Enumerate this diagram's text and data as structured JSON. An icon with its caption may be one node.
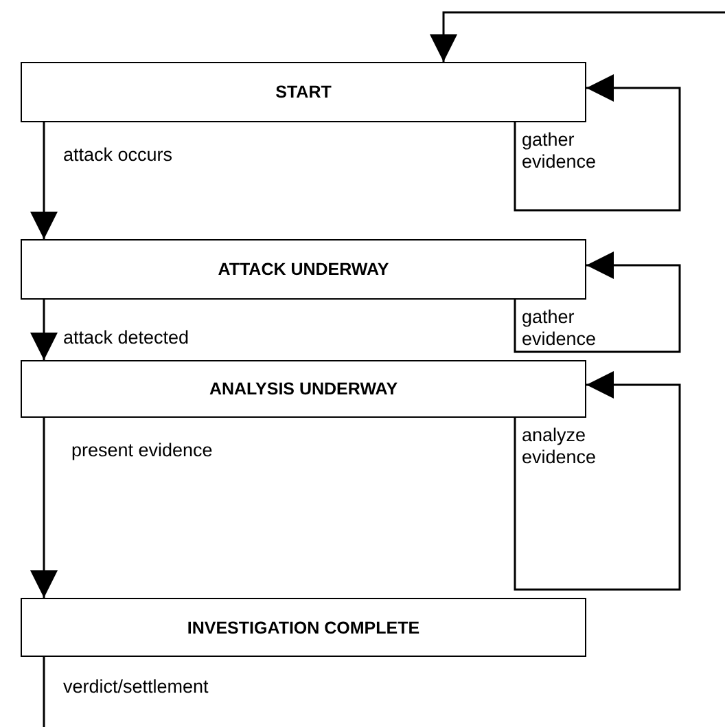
{
  "diagram": {
    "nodes": [
      {
        "text": [
          "START"
        ]
      },
      {
        "text": [
          "ATTACK UNDERWAY"
        ]
      },
      {
        "text": [
          "ANALYSIS UNDERWAY"
        ]
      },
      {
        "text": [
          "INVESTIGATION COMPLETE"
        ]
      }
    ],
    "edges": [
      {
        "from": null,
        "to": 0,
        "arrow": "to"
      },
      {
        "from": 0,
        "to": 0,
        "arrow": "to",
        "label": "gather evidence"
      },
      {
        "from": 0,
        "to": 1,
        "arrow": "to",
        "label": "attack occurs"
      },
      {
        "from": 1,
        "to": 1,
        "arrow": "to",
        "label": "gather evidence"
      },
      {
        "from": 1,
        "to": 2,
        "arrow": "to",
        "label": "attack detected"
      },
      {
        "from": 2,
        "to": 2,
        "arrow": "to",
        "label": "analyze evidence"
      },
      {
        "from": 2,
        "to": 3,
        "arrow": "to",
        "label": "present evidence"
      },
      {
        "from": 3,
        "to": null,
        "arrow": "none",
        "label": "verdict/settlement"
      }
    ]
  }
}
